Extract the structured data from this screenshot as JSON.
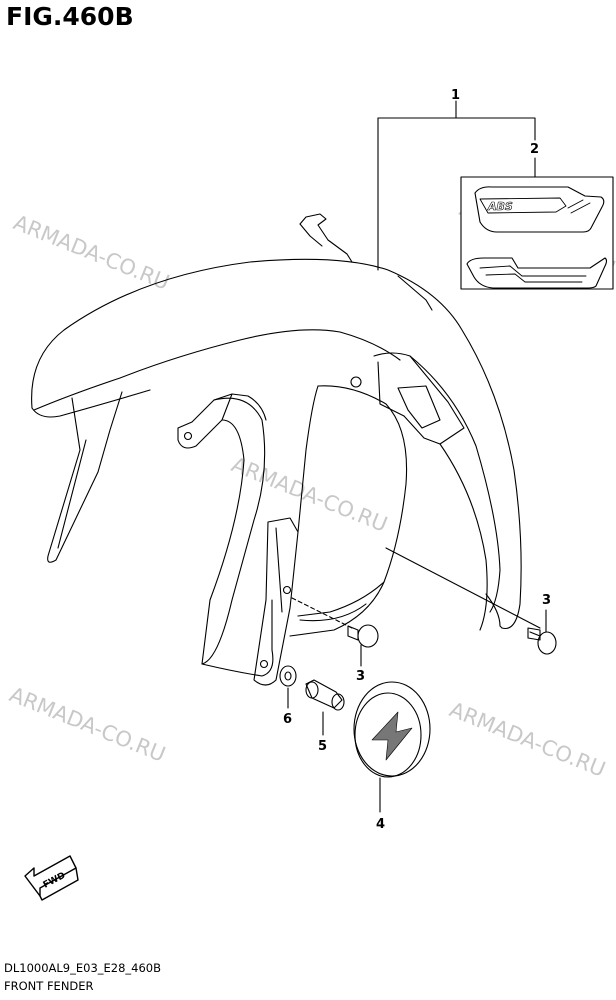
{
  "figure_title": "FIG.460B",
  "footer": {
    "model_code": "DL1000AL9_E03_E28_460B",
    "caption": "FRONT FENDER"
  },
  "watermark_text": "ARMADA-CO.RU",
  "callouts": [
    "1",
    "2",
    "3",
    "3",
    "4",
    "5",
    "6"
  ],
  "emblem_text": "ABS",
  "fwd_text": "FWD",
  "colors": {
    "line": "#000000",
    "watermark": "#c8c8c8"
  }
}
